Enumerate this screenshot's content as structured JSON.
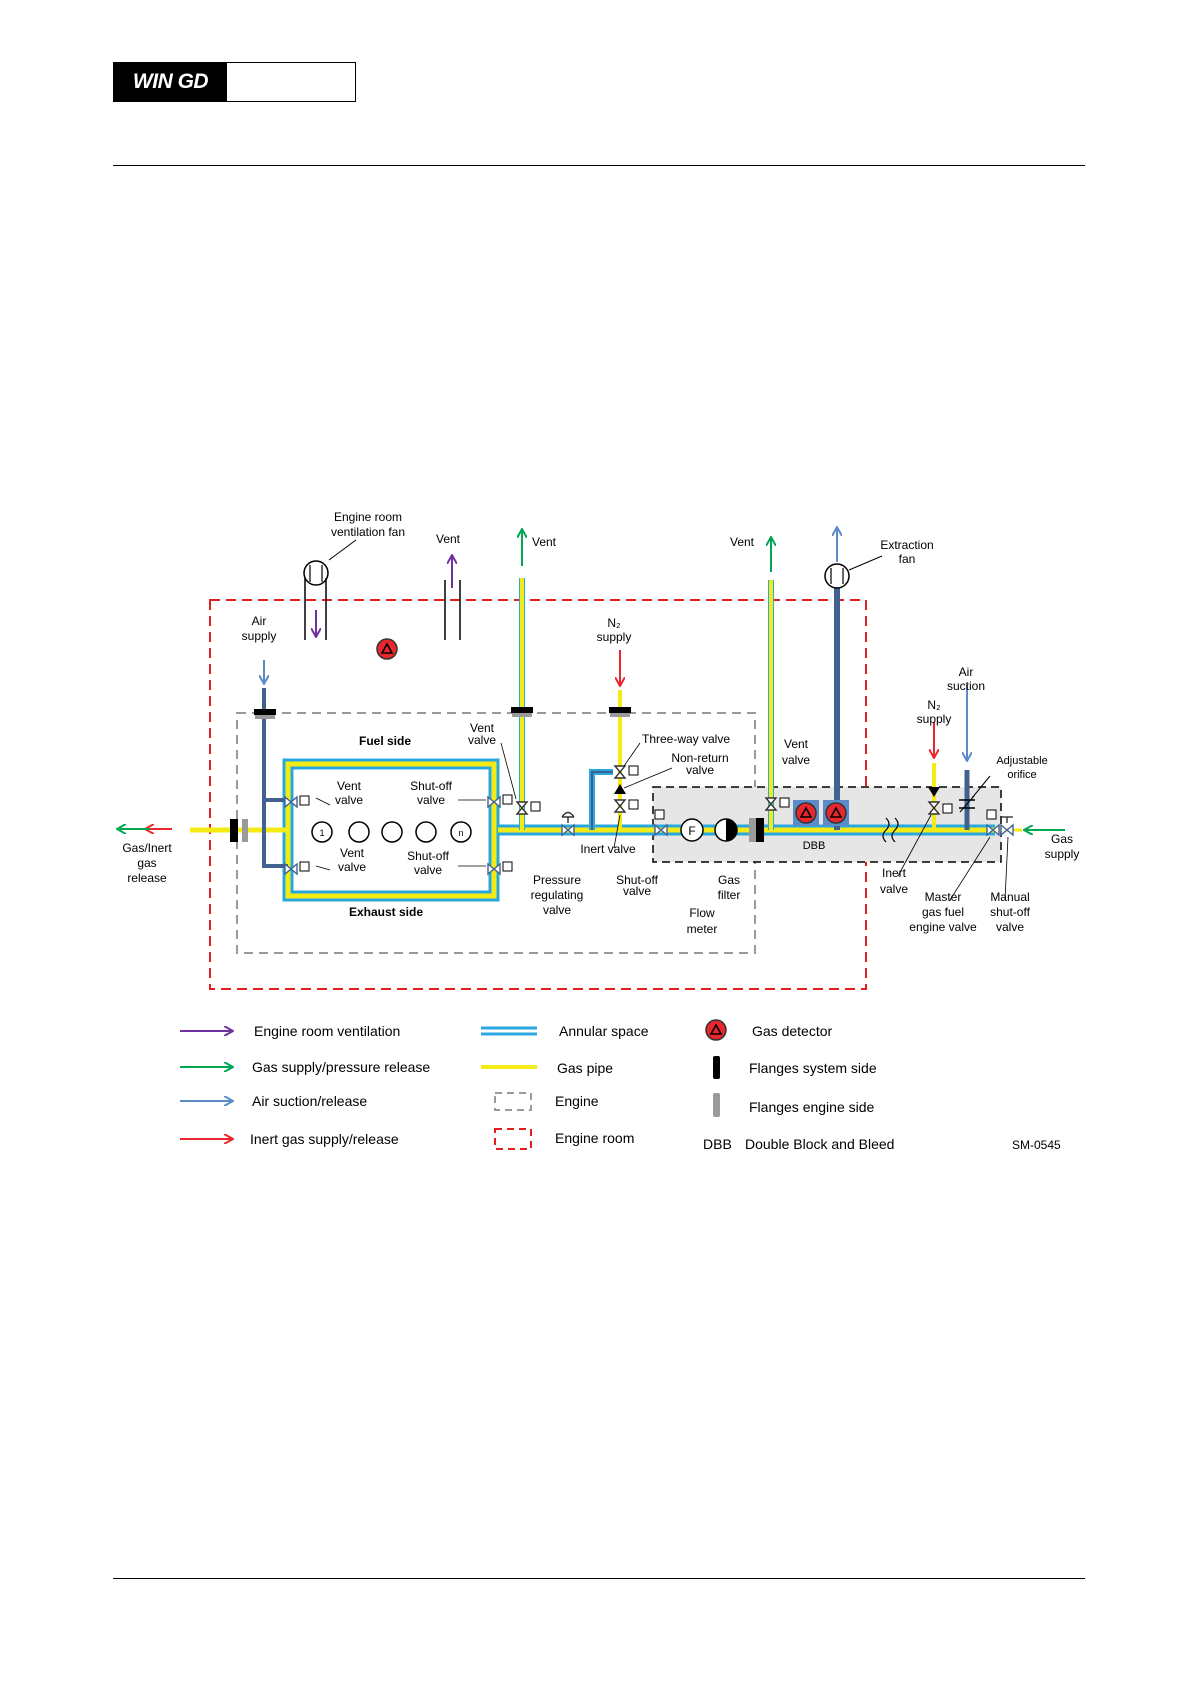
{
  "header": {
    "logo_text": "WIN GD"
  },
  "colors": {
    "engine_room_ventilation": "#7030a0",
    "gas_supply": "#00a651",
    "air": "#5b8cc8",
    "inert_gas": "#e8262d",
    "gas_pipe": "#f5eb14",
    "annular_space": "#29a8e0",
    "engine_room_border": "#e02020",
    "engine_border": "#9a9a9a",
    "dbb_fill": "#e6e6e6",
    "pipe_dark": "#41618f"
  },
  "labels": {
    "engine_room_fan": [
      "Engine room",
      "ventilation fan"
    ],
    "vent_top": "Vent",
    "vent_top2": "Vent",
    "vent_top3": "Vent",
    "extraction_fan": [
      "Extraction",
      "fan"
    ],
    "air_supply": [
      "Air",
      "supply"
    ],
    "n2_supply": [
      "N₂",
      "supply"
    ],
    "n2_supply_right": [
      "N₂",
      "supply"
    ],
    "air_suction": [
      "Air",
      "suction"
    ],
    "adjustable_orifice": [
      "Adjustable",
      "orifice"
    ],
    "fuel_side": "Fuel side",
    "exhaust_side": "Exhaust side",
    "vent_valve_top_left": [
      "Vent",
      "valve"
    ],
    "shutoff_valve_top": [
      "Shut-off",
      "valve"
    ],
    "vent_valve_bottom_left": [
      "Vent",
      "valve"
    ],
    "shutoff_valve_bottom": [
      "Shut-off",
      "valve"
    ],
    "vent_valve_mid": [
      "Vent",
      "valve"
    ],
    "three_way_valve": "Three-way valve",
    "non_return_valve": [
      "Non-return",
      "valve"
    ],
    "inert_valve_mid": "Inert valve",
    "pressure_regulating_valve": [
      "Pressure",
      "regulating",
      "valve"
    ],
    "shutoff_valve_mid": [
      "Shut-off",
      "valve"
    ],
    "flow_meter": [
      "Flow",
      "meter"
    ],
    "gas_filter": [
      "Gas",
      "filter"
    ],
    "vent_valve_right": [
      "Vent",
      "valve"
    ],
    "dbb": "DBB",
    "inert_valve_right": [
      "Inert",
      "valve"
    ],
    "master_gas_fuel_engine_valve": [
      "Master",
      "gas fuel",
      "engine valve"
    ],
    "manual_shutoff_valve": [
      "Manual",
      "shut-off",
      "valve"
    ],
    "gas_supply_right": [
      "Gas",
      "supply"
    ],
    "gas_inert_release": [
      "Gas/Inert",
      "gas",
      "release"
    ],
    "cylinder_first": "1",
    "cylinder_last": "n"
  },
  "legend": {
    "engine_room_ventilation": "Engine room ventilation",
    "gas_supply_pressure_release": "Gas supply/pressure release",
    "air_suction_release": "Air suction/release",
    "inert_gas_supply_release": "Inert gas supply/release",
    "annular_space": "Annular space",
    "gas_pipe": "Gas pipe",
    "engine": "Engine",
    "engine_room": "Engine room",
    "gas_detector": "Gas detector",
    "flanges_system_side": "Flanges system side",
    "flanges_engine_side": "Flanges engine side",
    "dbb_abbrev": "DBB",
    "dbb_full": "Double Block and Bleed",
    "figure_code": "SM-0545"
  }
}
